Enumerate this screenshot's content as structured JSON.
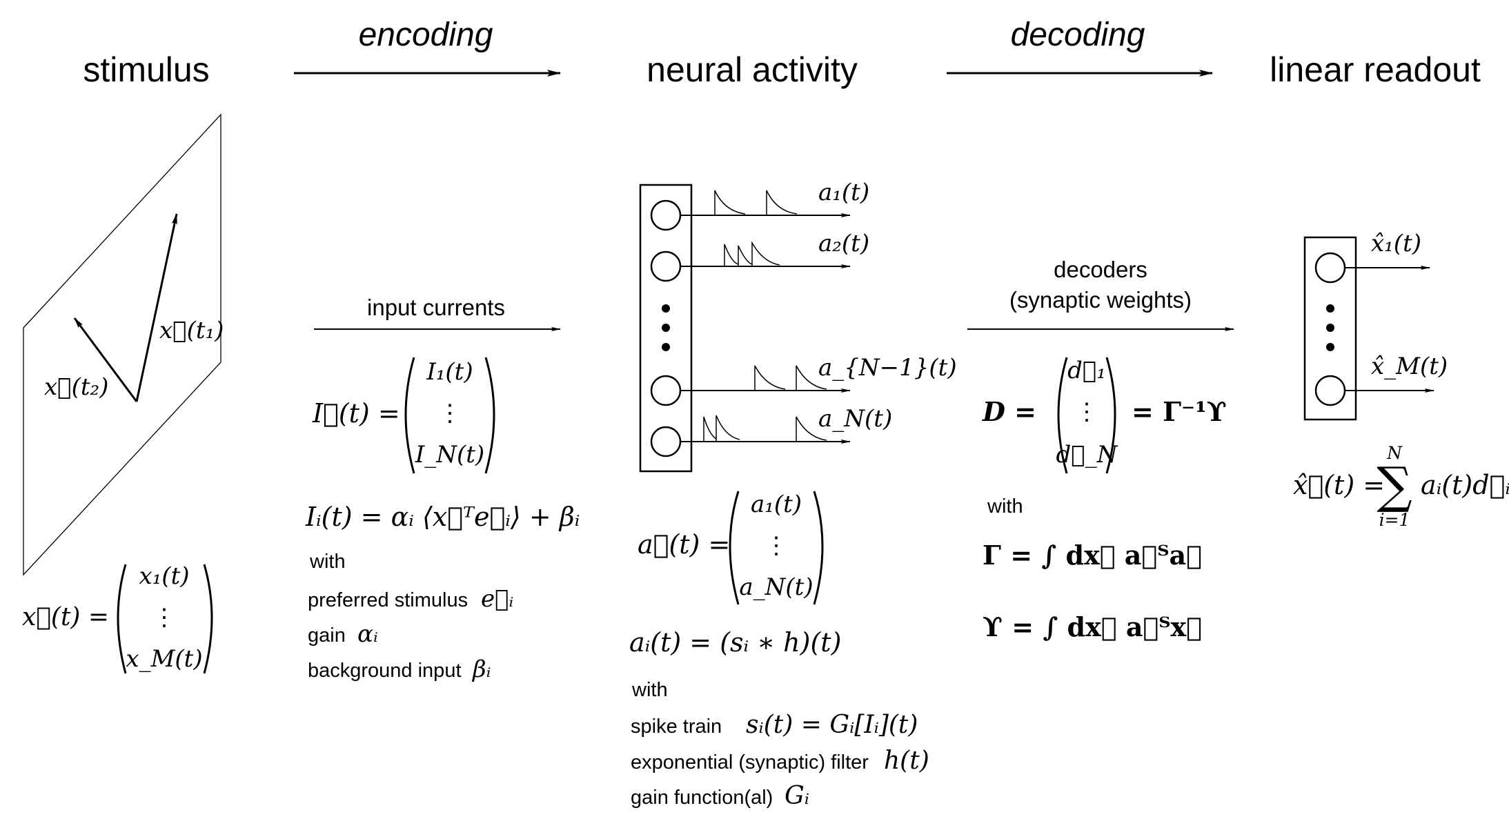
{
  "stages": {
    "stimulus": "stimulus",
    "neural_activity": "neural activity",
    "linear_readout": "linear readout"
  },
  "arrows": {
    "encoding": "encoding",
    "decoding": "decoding"
  },
  "stimulus_panel": {
    "vec_t1": "x⃗(t₁)",
    "vec_t2": "x⃗(t₂)",
    "vector_lhs": "x⃗(t) =",
    "vector_top": "x₁(t)",
    "vector_dots": "⋮",
    "vector_bottom": "x_M(t)"
  },
  "encoding_panel": {
    "label": "input currents",
    "lhs": "I⃗(t) =",
    "top": "I₁(t)",
    "dots": "⋮",
    "bottom": "I_N(t)",
    "equation": "Iᵢ(t) = αᵢ ⟨x⃗ᵀe⃗ᵢ⟩ + βᵢ",
    "with": "with",
    "preferred_stimulus": "preferred stimulus",
    "preferred_symbol": "e⃗ᵢ",
    "gain": "gain",
    "gain_symbol": "αᵢ",
    "background_input": "background input",
    "background_symbol": "βᵢ"
  },
  "neural_panel": {
    "a1": "a₁(t)",
    "a2": "a₂(t)",
    "aN1": "a_{N−1}(t)",
    "aN": "a_N(t)",
    "lhs": "a⃗(t) =",
    "top": "a₁(t)",
    "dots": "⋮",
    "bottom": "a_N(t)",
    "equation": "aᵢ(t) = (sᵢ ∗ h)(t)",
    "with": "with",
    "spike_train": "spike train",
    "spike_train_eq": "sᵢ(t) = Gᵢ[Iᵢ](t)",
    "filter": "exponential (synaptic) filter",
    "filter_symbol": "h(t)",
    "gain_function": "gain function(al)",
    "gain_function_symbol": "Gᵢ"
  },
  "decoding_panel": {
    "label_line1": "decoders",
    "label_line2": "(synaptic weights)",
    "lhs": "D =",
    "top": "d⃗₁",
    "dots": "⋮",
    "bottom": "d⃗_N",
    "rhs": "= Γ⁻¹ϒ",
    "with": "with",
    "gamma_eq": "Γ = ∫ dx⃗ a⃗ᵀa⃗",
    "upsilon_eq": "ϒ = ∫ dx⃗ a⃗ᵀx⃗"
  },
  "readout_panel": {
    "x1hat": "x̂₁(t)",
    "xMhat": "x̂_M(t)",
    "equation_lhs": "x̂⃗(t) =",
    "sum_upper": "N",
    "sum_lower": "i=1",
    "sum_body": "aᵢ(t)d⃗ᵢ"
  }
}
